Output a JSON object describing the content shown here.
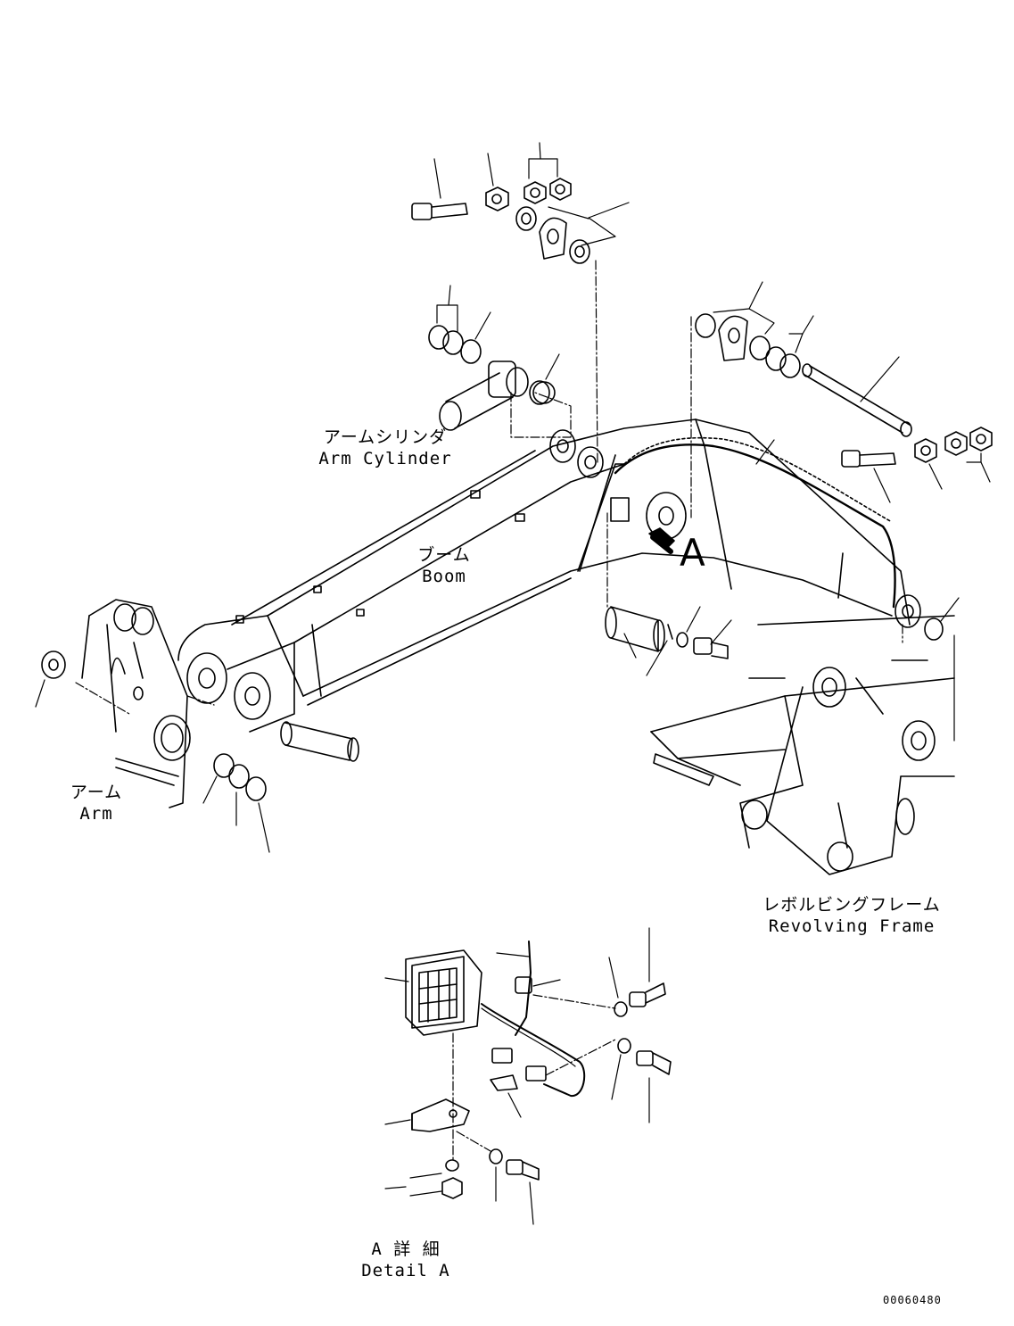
{
  "labels": {
    "arm_cylinder_jp": "アームシリンダ",
    "arm_cylinder_en": "Arm Cylinder",
    "boom_jp": "ブーム",
    "boom_en": "Boom",
    "arm_jp": "アーム",
    "arm_en": "Arm",
    "revolving_frame_jp": "レボルビングフレーム",
    "revolving_frame_en": "Revolving Frame",
    "view_letter": "A",
    "detail_jp": "A 詳 細",
    "detail_en": "Detail A"
  },
  "drawing_number": "00060480",
  "colors": {
    "line": "#000000",
    "background": "#ffffff"
  }
}
